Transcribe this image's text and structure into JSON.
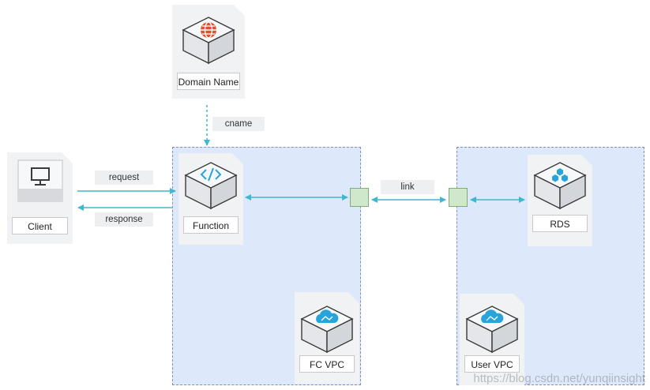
{
  "nodes": {
    "domain": {
      "label": "Domain Name",
      "icon": "globe-icon"
    },
    "client": {
      "label": "Client",
      "icon": "monitor-icon"
    },
    "function": {
      "label": "Function",
      "icon": "function-icon"
    },
    "fc_vpc": {
      "label": "FC VPC",
      "icon": "cloud-icon"
    },
    "rds": {
      "label": "RDS",
      "icon": "database-icon"
    },
    "user_vpc": {
      "label": "User VPC",
      "icon": "cloud-icon"
    }
  },
  "edges": {
    "cname": "cname",
    "request": "request",
    "response": "response",
    "link": "link"
  },
  "watermark": "https://blog.csdn.net/yunqiinsight",
  "colors": {
    "region_fill": "#dde9fb",
    "region_border": "#7f93b6",
    "arrow": "#3db8cc",
    "port_fill": "#cfe8cc",
    "globe": "#e0502f",
    "accent": "#27a4dc"
  }
}
